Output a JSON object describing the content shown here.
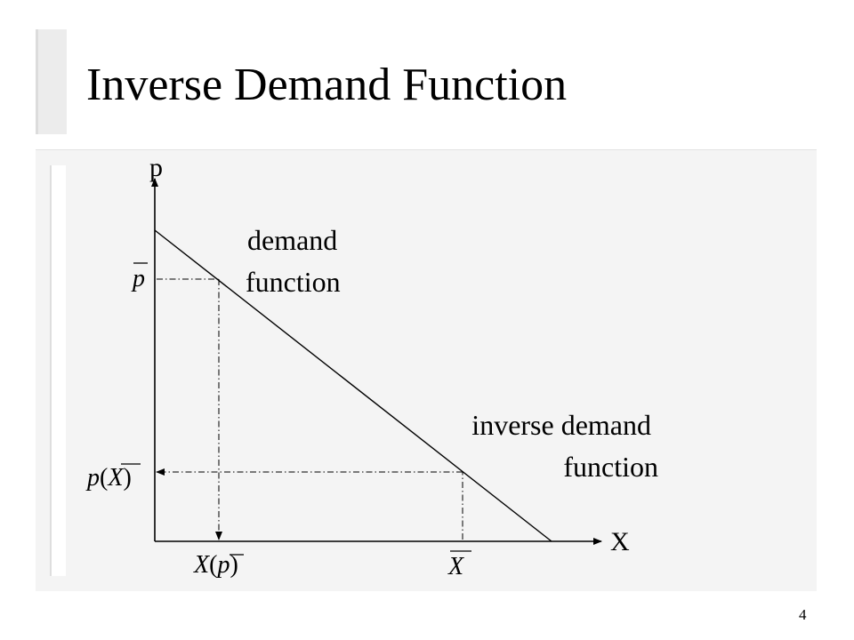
{
  "slide": {
    "title": "Inverse Demand Function",
    "page_number": "4"
  },
  "diagram": {
    "axis_y_label": "p",
    "axis_x_label": "X",
    "curve_label_demand": [
      "demand",
      "function"
    ],
    "curve_label_inverse": [
      "inverse demand",
      "function"
    ],
    "pbar_tick": "p",
    "p_of_xbar_tick": {
      "func": "p",
      "arg": "X",
      "open": "(",
      "close": ")"
    },
    "x_of_pbar_tick": {
      "func": "X",
      "arg": "p",
      "open": "(",
      "close": ")"
    },
    "xbar_tick": "X"
  }
}
